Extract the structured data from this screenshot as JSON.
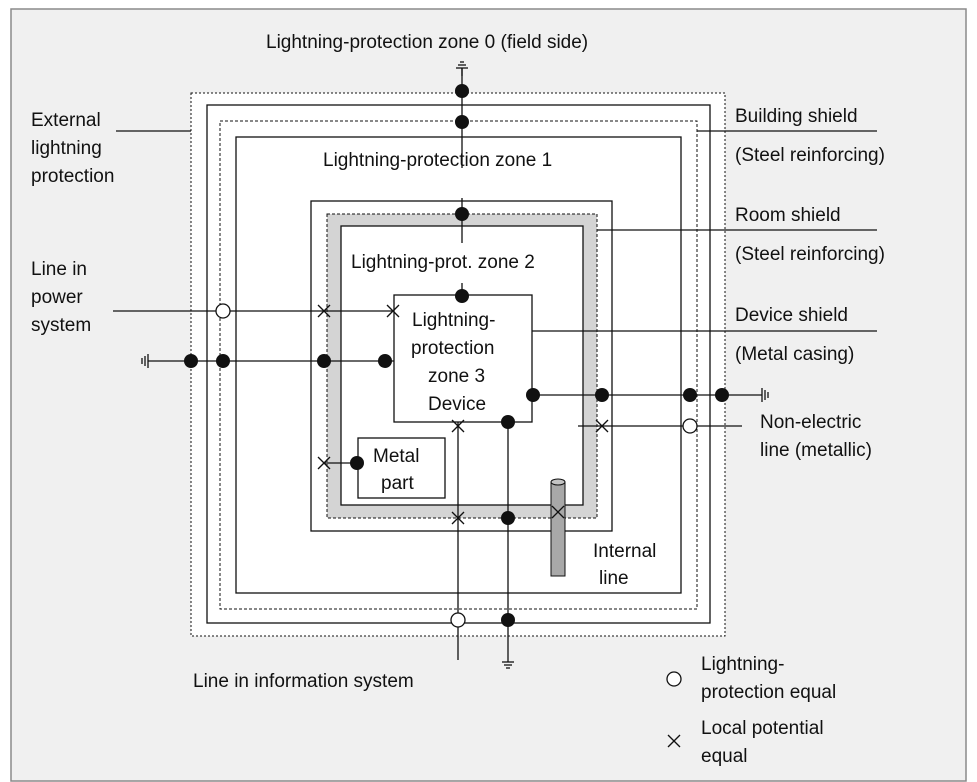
{
  "colors": {
    "background": "#f0f0f0",
    "frame": "#8a8a8a",
    "line": "#111111",
    "zone_fill": "#ffffff",
    "room_band": "#d4d4d4",
    "pipe": "#a8a8a8"
  },
  "labels": {
    "zone0": "Lightning-protection zone 0 (field side)",
    "zone1": "Lightning-protection zone 1",
    "zone2": "Lightning-prot. zone 2",
    "zone3": [
      "Lightning-",
      "protection",
      "zone 3",
      "Device"
    ],
    "external": [
      "External",
      "lightning",
      "protection"
    ],
    "building_shield": [
      "Building shield",
      "(Steel reinforcing)"
    ],
    "room_shield": [
      "Room shield",
      "(Steel reinforcing)"
    ],
    "device_shield": [
      "Device shield",
      "(Metal casing)"
    ],
    "power_line": [
      "Line in",
      "power",
      "system"
    ],
    "non_electric": [
      "Non-electric",
      "line (metallic)"
    ],
    "metal_part": [
      "Metal",
      "part"
    ],
    "internal_line": [
      "Internal",
      "line"
    ],
    "info_line": "Line in information system"
  },
  "legend": {
    "open_circle": [
      "Lightning-",
      "protection equal"
    ],
    "cross": [
      "Local potential",
      "equal"
    ]
  }
}
